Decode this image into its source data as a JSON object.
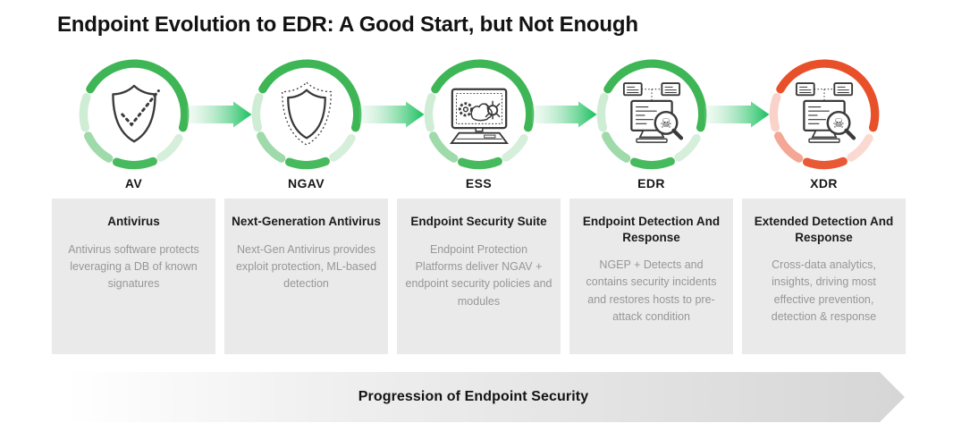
{
  "title": "Endpoint Evolution to EDR: A Good Start, but Not Enough",
  "stages": [
    {
      "label": "AV",
      "heading": "Antivirus",
      "description": "Antivirus software protects leveraging a DB of known signatures",
      "ring_color": "#3eb655",
      "icon": "shield-check"
    },
    {
      "label": "NGAV",
      "heading": "Next-Generation Antivirus",
      "description": "Next-Gen Antivirus provides exploit protection, ML-based detection",
      "ring_color": "#3eb655",
      "icon": "shield-dotted-outline"
    },
    {
      "label": "ESS",
      "heading": "Endpoint Security Suite",
      "description": "Endpoint Protection Platforms deliver NGAV + endpoint security policies and modules",
      "ring_color": "#3eb655",
      "icon": "monitor-malware"
    },
    {
      "label": "EDR",
      "heading": "Endpoint Detection And Response",
      "description": "NGEP + Detects and contains security incidents and restores hosts to pre-attack condition",
      "ring_color": "#3eb655",
      "icon": "monitor-threat-search"
    },
    {
      "label": "XDR",
      "heading": "Extended Detection And Response",
      "description": "Cross-data analytics, insights, driving most effective prevention, detection & response",
      "ring_color": "#e8502a",
      "icon": "monitor-threat-search"
    }
  ],
  "footer_arrow": {
    "label": "Progression of Endpoint Security",
    "background": "#d6d6d6"
  },
  "colors": {
    "green": "#3eb655",
    "connector_green": "#17c05e",
    "red": "#e8502a",
    "card_background": "#eaeaea",
    "heading_text": "#1b1b1b",
    "body_text": "#979797"
  }
}
